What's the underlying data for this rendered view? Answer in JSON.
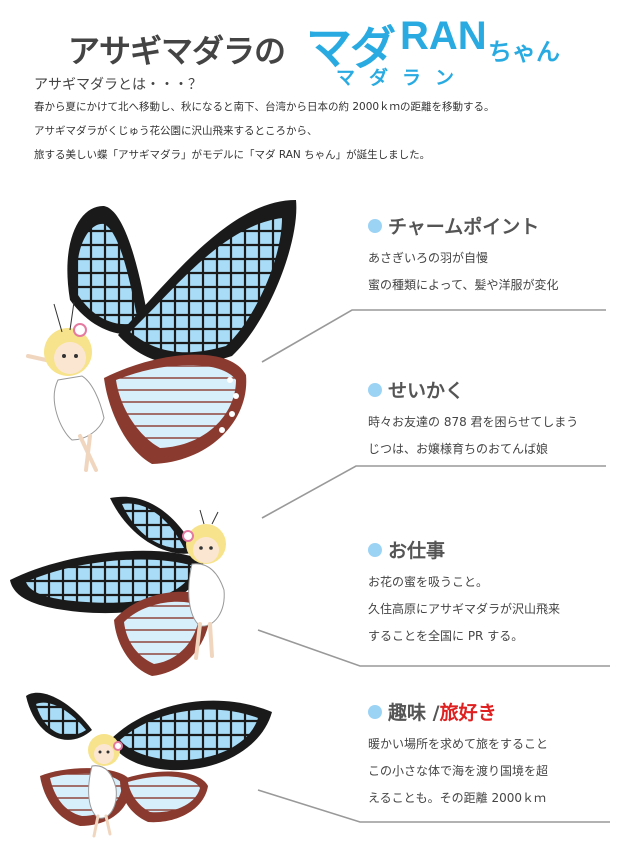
{
  "title": {
    "main": "アサギマダラの",
    "highlight": "マダ",
    "ran": "RAN",
    "suffix": "ちゃん",
    "ruby": "マダラン"
  },
  "intro": {
    "heading": "アサギマダラとは・・・？",
    "lines": [
      "春から夏にかけて北へ移動し、秋になると南下、台湾から日本の約 2000ｋｍの距離を移動する。",
      "アサギマダラがくじゅう花公園に沢山飛来するところから、",
      "旅する美しい蝶「アサギマダラ」がモデルに「マダ RAN ちゃん」が誕生しました。"
    ]
  },
  "sections": [
    {
      "heading": "チャームポイント",
      "lines": [
        "あさぎいろの羽が自慢",
        "蜜の種類によって、髪や洋服が変化"
      ]
    },
    {
      "heading": "せいかく",
      "lines": [
        "時々お友達の 878 君を困らせてしまう",
        "じつは、お嬢様育ちのおてんば娘"
      ]
    },
    {
      "heading": "お仕事",
      "lines": [
        "お花の蜜を吸うこと。",
        "久住高原にアサギマダラが沢山飛来",
        "することを全国に PR する。"
      ]
    },
    {
      "heading": "趣味 / ",
      "heading_accent": "旅好き",
      "lines": [
        "暖かい場所を求めて旅をすること",
        "この小さな体で海を渡り国境を超",
        "えることも。その距離 2000ｋｍ"
      ]
    }
  ],
  "colors": {
    "accent": "#29abe2",
    "bullet": "#9bd3f5",
    "wing_blue": "#a8dcf7",
    "wing_black": "#1a1a1a",
    "wing_brown": "#8a3a2e",
    "accent_red": "#e02020"
  }
}
